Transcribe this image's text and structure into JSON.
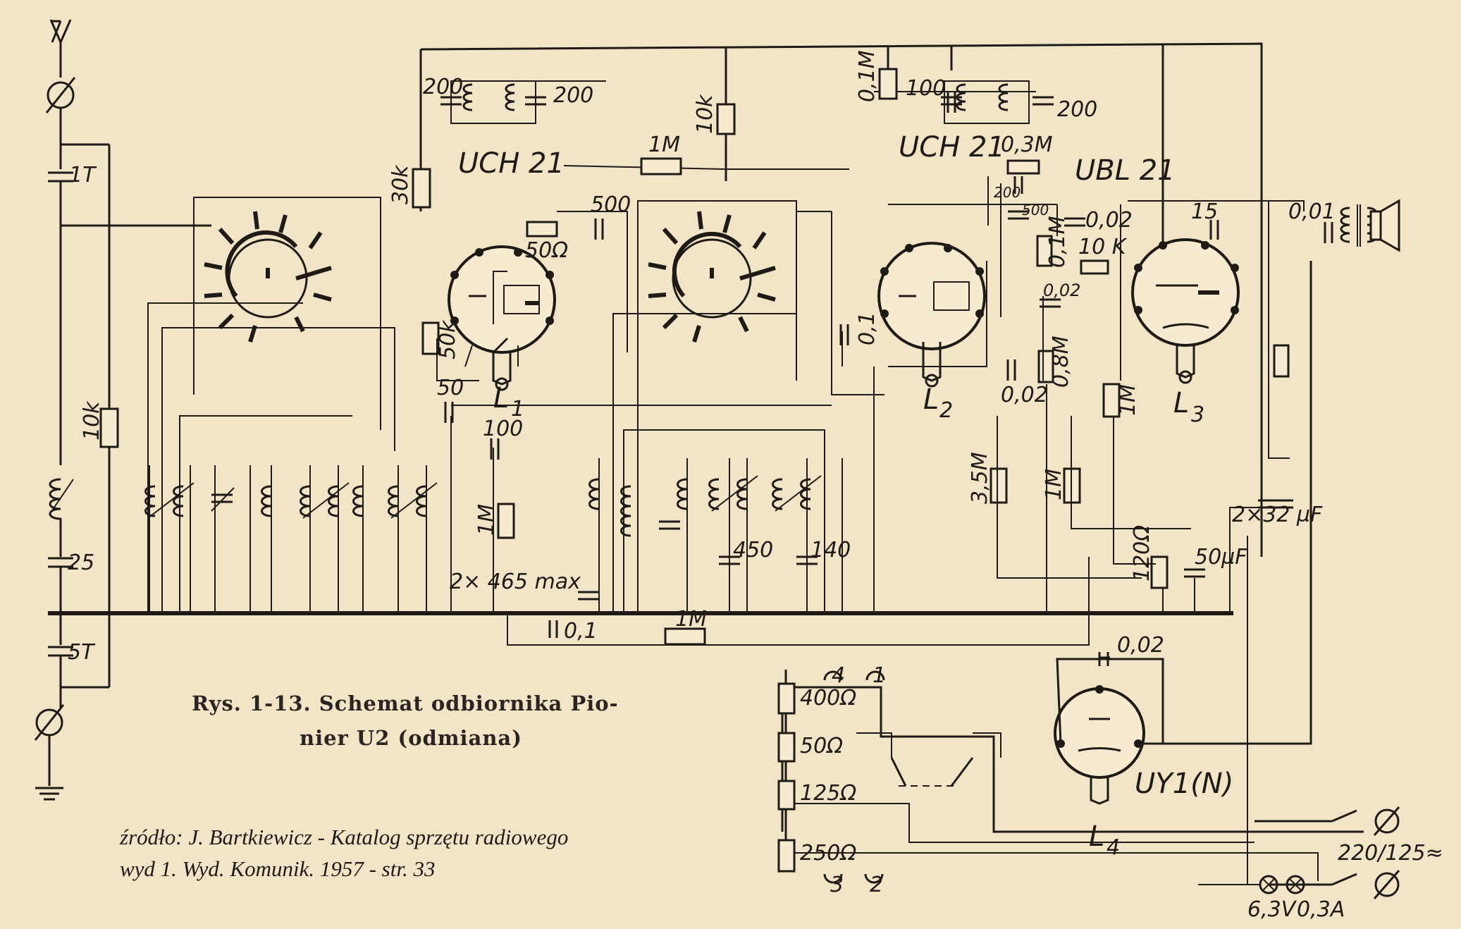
{
  "caption": {
    "line1": "Rys. 1-13. Schemat odbiornika Pio-",
    "line2": "nier U2 (odmiana)"
  },
  "source": {
    "line1": "źródło: J. Bartkiewicz - Katalog sprzętu radiowego",
    "line2": "wyd 1. Wyd. Komunik. 1957 - str. 33"
  },
  "tubes": {
    "uch21_a": "UCH 21",
    "uch21_b": "UCH 21",
    "ubl21": "UBL 21",
    "uy1n": "UY1(N)",
    "l1": "L1",
    "l2": "L2",
    "l3": "L3",
    "l4": "L4"
  },
  "labels": {
    "antenna": "Y",
    "c_1t": "1T",
    "c_25": "25",
    "c_5t": "5T",
    "r_10k_ant": "10k",
    "c_200_a": "200",
    "c_200_b": "200",
    "r_30k": "30k",
    "r_10k_top": "10k",
    "r_1m_top": "1M",
    "r_50ohm": "50Ω",
    "c_500": "500",
    "r_50k": "50k",
    "l1_sub": "1",
    "c_50": "50",
    "c_100_mid": "100",
    "r_1m_mid": "1M",
    "cap_2x465": "2× 465 max",
    "c_01_bot": "0,1",
    "r_1m_bot": "1M",
    "c_450": "450",
    "c_140": "140",
    "c_01_mid": "0,1",
    "r_01m": "0,1M",
    "c_100_top": "100",
    "c_200_c": "200",
    "r_03m": "0,3M",
    "c_200_small": "200",
    "c_500_small": "500",
    "c_002_a": "0,02",
    "r_01m_b": "0,1M",
    "r_10k_b": "10 K",
    "c_15": "15",
    "c_002_b": "0,02",
    "pot_08m": "0,8M",
    "c_002_c": "0,02",
    "r_1m_l3": "1M",
    "r_35m": "3,5M",
    "r_1m_right": "1M",
    "r_120ohm": "120Ω",
    "c_50uf": "50µF",
    "c_2x32uf": "2×32 µF",
    "c_001": "0,01",
    "c_002_rect": "0,02",
    "r_400": "400Ω",
    "r_50": "50Ω",
    "r_125": "125Ω",
    "r_250": "250Ω",
    "tap_4": "4",
    "tap_1": "1",
    "tap_3": "3",
    "tap_2": "2",
    "mains": "220/125≈",
    "lamp_v": "6,3V",
    "lamp_a": "0,3A"
  },
  "colors": {
    "paper": "#f2e4c6",
    "ink": "#1e1a16"
  }
}
